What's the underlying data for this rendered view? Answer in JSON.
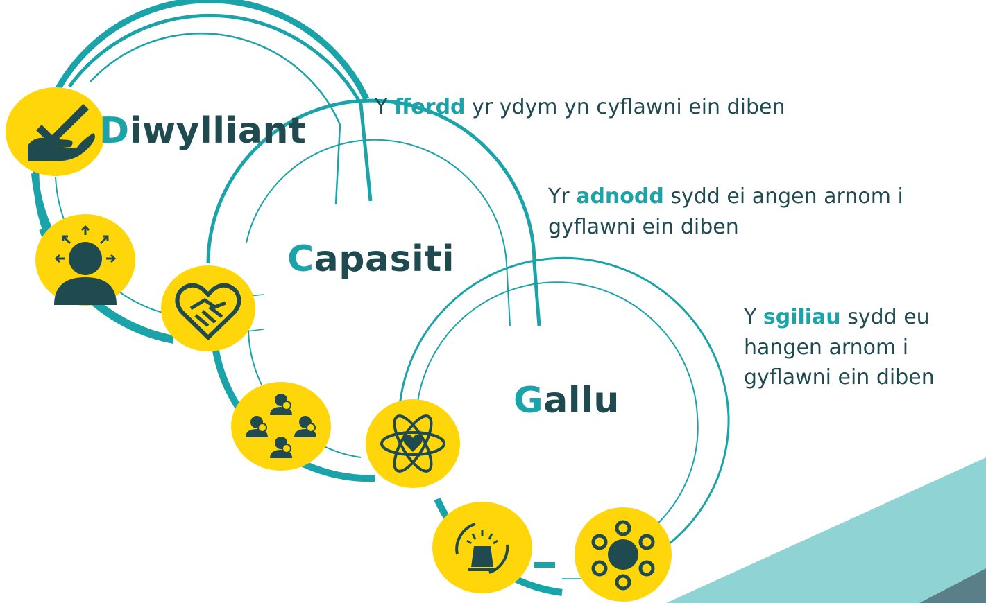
{
  "colors": {
    "teal": "#1aa3a8",
    "dark": "#1f4a50",
    "yellow": "#ffd60a",
    "light_teal": "#8fd3d5",
    "slate": "#5a7f88"
  },
  "sections": [
    {
      "id": "diwylliant",
      "heading_first": "D",
      "heading_rest": "iwylliant",
      "desc_pre": "Y ",
      "desc_keyword": "ffordd",
      "desc_post": " yr ydym yn cyflawni ein diben",
      "icons": [
        "hand-check-icon",
        "person-expand-icon",
        "heart-handshake-icon"
      ]
    },
    {
      "id": "capasiti",
      "heading_first": "C",
      "heading_rest": "apasiti",
      "desc_pre": "Yr ",
      "desc_keyword": "adnodd",
      "desc_post": " sydd ei angen arnom i gyflawni ein diben",
      "icons": [
        "team-check-icon",
        "atom-heart-icon"
      ]
    },
    {
      "id": "gallu",
      "heading_first": "G",
      "heading_rest": "allu",
      "desc_pre": "Y ",
      "desc_keyword": "sgiliau",
      "desc_post": " sydd eu hangen arnom i gyflawni ein diben",
      "icons": [
        "alarm-cycle-icon",
        "network-nodes-icon"
      ]
    }
  ]
}
